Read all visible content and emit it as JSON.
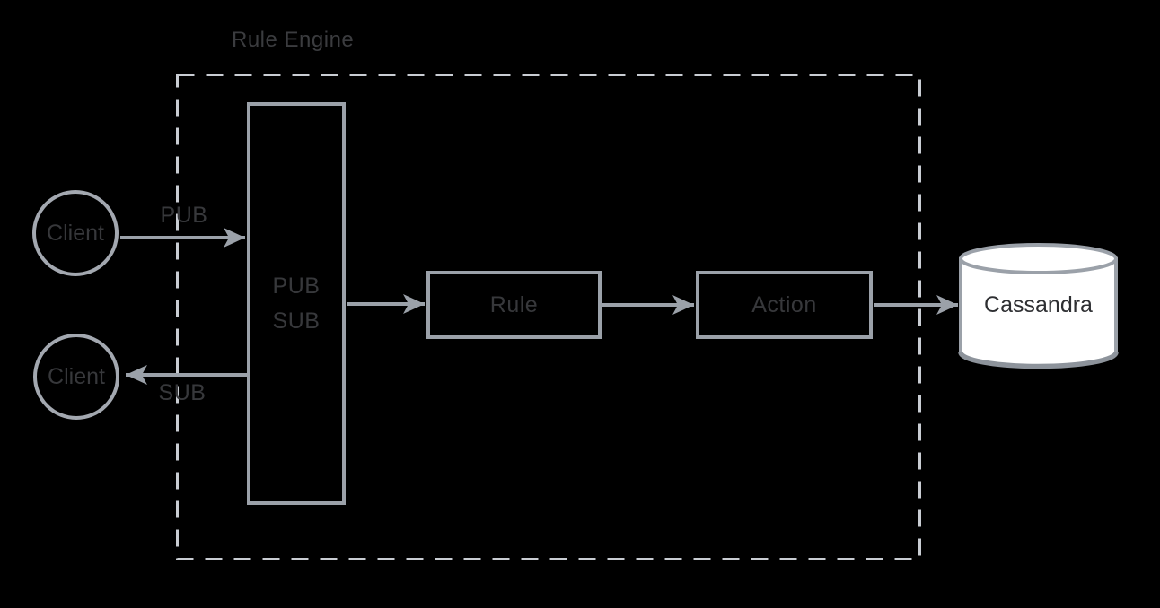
{
  "diagram": {
    "title": "Rule Engine",
    "nodes": {
      "client_top": {
        "label": "Client"
      },
      "client_bottom": {
        "label": "Client"
      },
      "broker": {
        "line1": "PUB",
        "line2": "SUB"
      },
      "rule": {
        "label": "Rule"
      },
      "action": {
        "label": "Action"
      },
      "database": {
        "label": "Cassandra"
      }
    },
    "edges": {
      "pub": {
        "label": "PUB"
      },
      "sub": {
        "label": "SUB"
      }
    },
    "colors": {
      "background": "#000000",
      "solid_stroke": "#9ba1a9",
      "dashed_stroke": "#c9cdd3",
      "arrow": "#9ba1a9",
      "db_rim": "#8d939b",
      "db_fill": "#ffffff",
      "text_dark": "#37383b",
      "db_text": "#2e2f32"
    }
  }
}
